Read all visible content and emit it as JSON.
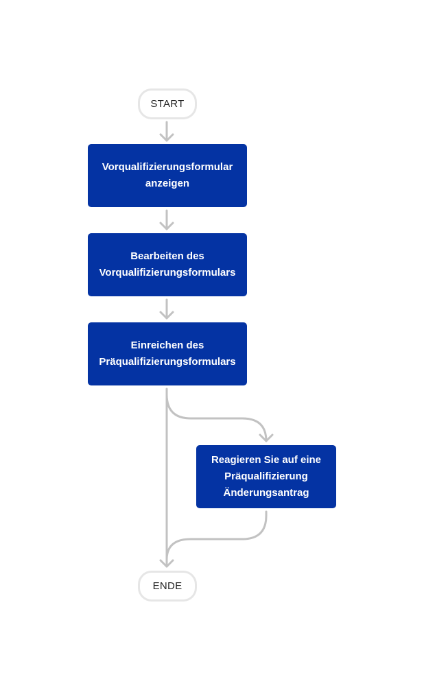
{
  "colors": {
    "box_fill": "#0433a3",
    "box_text": "#ffffff",
    "connector": "#c2c2c2",
    "terminal_border": "#e6e6e6",
    "terminal_text": "#222222"
  },
  "flow": {
    "start": {
      "label": "START"
    },
    "steps": [
      {
        "lines": [
          "Vorqualifizierungsformular",
          "anzeigen"
        ]
      },
      {
        "lines": [
          "Bearbeiten des",
          "Vorqualifizierungsformulars"
        ]
      },
      {
        "lines": [
          "Einreichen des",
          "Präqualifizierungsformulars"
        ]
      }
    ],
    "branch": {
      "lines": [
        "Reagieren Sie auf eine",
        "Präqualifizierung",
        "Änderungsantrag"
      ]
    },
    "end": {
      "label": "ENDE"
    }
  }
}
